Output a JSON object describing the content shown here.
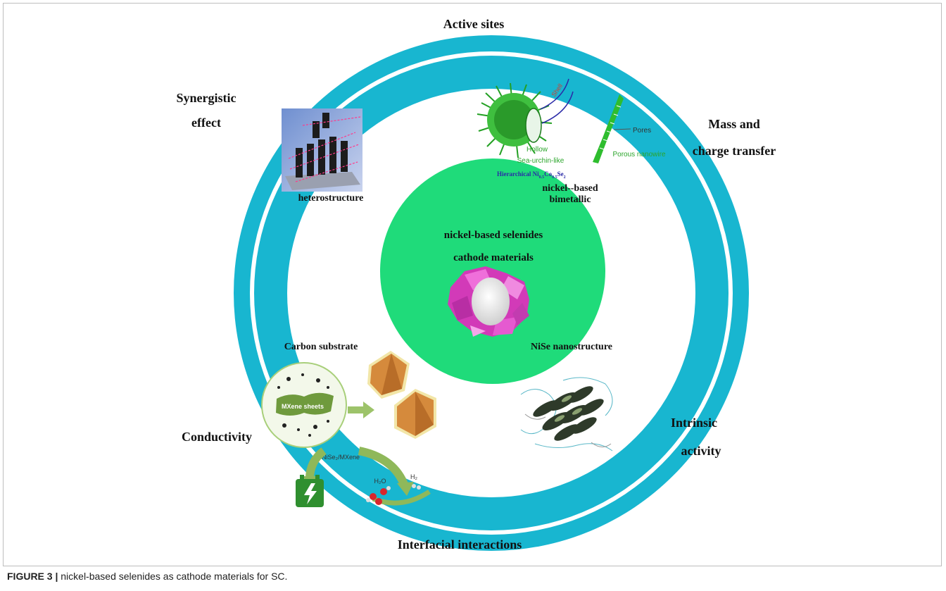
{
  "labels": {
    "active_sites": "Active sites",
    "synergistic_line1": "Synergistic",
    "synergistic_line2": "effect",
    "mass_line1": "Mass and",
    "mass_line2": "charge transfer",
    "conductivity": "Conductivity",
    "intrinsic_line1": "Intrinsic",
    "intrinsic_line2": "activity",
    "interfacial": "Interfacial interactions"
  },
  "center": {
    "line1": "nickel-based selenides",
    "line2": "cathode materials"
  },
  "panels": {
    "heterostructure": "heterostructure",
    "bimetallic_line1": "nickel--based",
    "bimetallic_line2": "bimetallic",
    "carbon_substrate": "Carbon substrate",
    "nise_nanostructure": "NiSe nanostructure"
  },
  "urchin": {
    "hollow": "Hollow",
    "sea_urchin": "Sea-urchin-like",
    "hierarchical": "Hierarchical Ni",
    "hier_sub1": "0.5",
    "hier_co": "Co",
    "hier_sub2": "0.5",
    "hier_se": "Se",
    "hier_sub3": "2",
    "pores": "Pores",
    "porous_nanowire": "Porous nanowire",
    "shell": "Shell"
  },
  "mxene": {
    "sheets": "MXene sheets",
    "composite": "NiSe₂/MXene",
    "h2o": "H₂O",
    "h2": "H₂"
  },
  "caption": {
    "figure_label": "FIGURE 3 |",
    "text": " nickel-based selenides as cathode materials for SC."
  },
  "colors": {
    "ring": "#18b6d0",
    "center_disc": "#1fdb7a",
    "urchin_green": "#2aa52a",
    "crystal_pink": "#e040c8",
    "octa_orange": "#d58a3c",
    "mxene_green": "#8fb85a",
    "hierarchical_blue": "#2a2aa8"
  }
}
